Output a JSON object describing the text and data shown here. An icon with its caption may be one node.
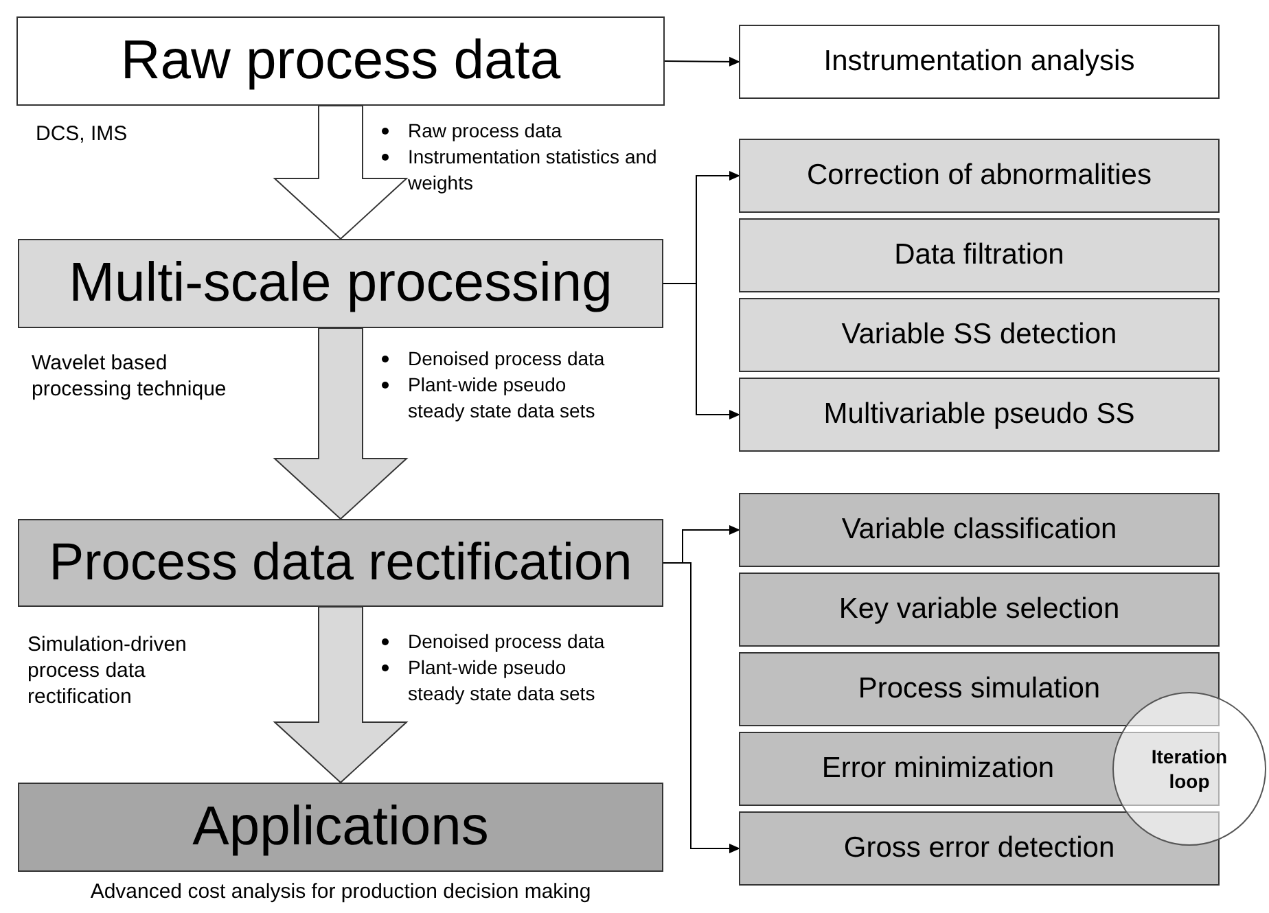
{
  "diagram": {
    "nodes": [
      {
        "text": [
          "Raw process data"
        ]
      },
      {
        "text": [
          "Instrumentation analysis"
        ]
      },
      {
        "text": [
          "Multi-scale processing"
        ]
      },
      {
        "text": [
          "Correction of abnormalities"
        ]
      },
      {
        "text": [
          "Data filtration"
        ]
      },
      {
        "text": [
          "Variable SS detection"
        ]
      },
      {
        "text": [
          "Multivariable pseudo SS"
        ]
      },
      {
        "text": [
          "Process data rectification"
        ]
      },
      {
        "text": [
          "Variable classification"
        ]
      },
      {
        "text": [
          "Key variable selection"
        ]
      },
      {
        "text": [
          "Process simulation"
        ]
      },
      {
        "text": [
          "Error minimization"
        ]
      },
      {
        "text": [
          "Gross error detection"
        ]
      },
      {
        "text": [
          "Iteration loop"
        ]
      },
      {
        "text": [
          "Applications"
        ],
        "beside": [
          "Advanced cost analysis for production decision making"
        ]
      }
    ],
    "edges": [
      {
        "from": 0,
        "to": 1,
        "arrow": "to"
      },
      {
        "from": 0,
        "to": 2,
        "arrow": "to",
        "style": "thick",
        "color": "#ffffff"
      },
      {
        "from": 2,
        "to": 3,
        "arrow": "to"
      },
      {
        "from": 2,
        "to": 6,
        "arrow": "to"
      },
      {
        "from": 2,
        "to": 7,
        "arrow": "to",
        "style": "thick",
        "color": "#d9d9d9"
      },
      {
        "from": 7,
        "to": 8,
        "arrow": "to"
      },
      {
        "from": 7,
        "to": 12,
        "arrow": "to"
      },
      {
        "from": 7,
        "to": 14,
        "arrow": "to",
        "style": "thick",
        "color": "#d9d9d9"
      }
    ],
    "labels": [
      "DCS, IMS",
      "Raw process data",
      "Instrumentation statistics and weights",
      "Wavelet based processing technique",
      "Denoised process data",
      "Plant-wide pseudo steady state data sets",
      "Simulation-driven process data rectification",
      "Denoised process data",
      "Plant-wide pseudo steady state data sets"
    ]
  }
}
